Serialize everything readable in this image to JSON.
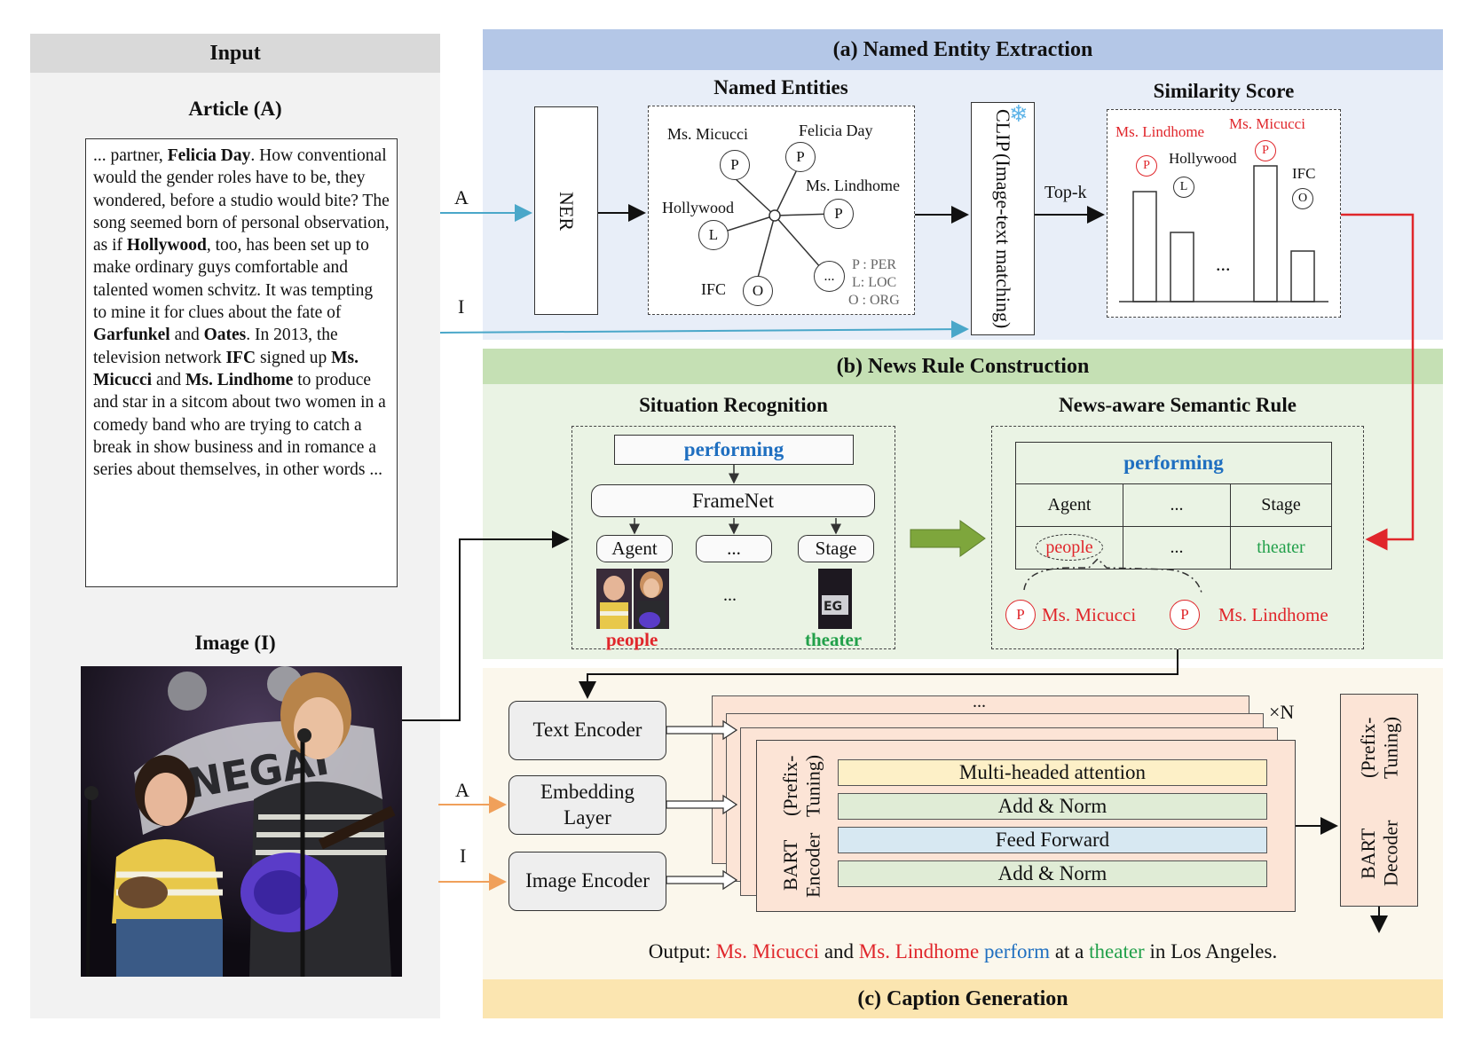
{
  "input_panel": {
    "title": "Input",
    "article_title": "Article (A)",
    "article_segments": [
      {
        "text": "... partner, ",
        "bold": false
      },
      {
        "text": "Felicia Day",
        "bold": true
      },
      {
        "text": ". How conventional would the gender roles have to be, they wondered, before a studio would bite? The song seemed born of personal observation, as if ",
        "bold": false
      },
      {
        "text": "Hollywood",
        "bold": true
      },
      {
        "text": ", too, has been set up to make ordinary guys comfortable and talented women schvitz. It was tempting to mine it for clues about the fate of ",
        "bold": false
      },
      {
        "text": "Garfunkel",
        "bold": true
      },
      {
        "text": " and ",
        "bold": false
      },
      {
        "text": "Oates",
        "bold": true
      },
      {
        "text": ". In 2013, the television network ",
        "bold": false
      },
      {
        "text": "IFC",
        "bold": true
      },
      {
        "text": " signed up ",
        "bold": false
      },
      {
        "text": "Ms. Micucci",
        "bold": true
      },
      {
        "text": " and ",
        "bold": false
      },
      {
        "text": "Ms. Lindhome",
        "bold": true
      },
      {
        "text": " to produce and star in a sitcom about two women in a comedy band who are trying to catch a break in show business and in romance a series about themselves, in other words ...",
        "bold": false
      }
    ],
    "image_title": "Image (I)"
  },
  "panel_a": {
    "title": "(a) Named Entity Extraction",
    "input_a_label": "A",
    "input_i_label": "I",
    "ner_label": "NER",
    "named_entities_title": "Named Entities",
    "entities": [
      {
        "name": "Ms. Micucci",
        "type": "P"
      },
      {
        "name": "Felicia Day",
        "type": "P"
      },
      {
        "name": "Hollywood",
        "type": "L"
      },
      {
        "name": "Ms. Lindhome",
        "type": "P"
      },
      {
        "name": "IFC",
        "type": "O"
      },
      {
        "name": "",
        "type": "..."
      }
    ],
    "entity_legend": [
      "P : PER",
      "L: LOC",
      "O : ORG"
    ],
    "clip_label": "CLIP",
    "clip_sublabel": "(Image-text matching)",
    "snowflake_icon": "❄",
    "topk_label": "Top-k",
    "similarity_title": "Similarity Score",
    "similarity_labels": [
      {
        "name": "Ms. Lindhome",
        "type": "P",
        "highlight": true
      },
      {
        "name": "Hollywood",
        "type": "L",
        "highlight": false
      },
      {
        "name": "Ms. Micucci",
        "type": "P",
        "highlight": true
      },
      {
        "name": "IFC",
        "type": "O",
        "highlight": false
      }
    ],
    "ellipsis": "..."
  },
  "panel_b": {
    "title": "(b) News Rule Construction",
    "situation_title": "Situation Recognition",
    "verb": "performing",
    "framenet_label": "FrameNet",
    "roles": [
      "Agent",
      "...",
      "Stage"
    ],
    "middle_ellipsis": "...",
    "people_label": "people",
    "theater_label": "theater",
    "rule_title": "News-aware Semantic Rule",
    "rule_verb": "performing",
    "rule_header": [
      "Agent",
      "...",
      "Stage"
    ],
    "rule_values": [
      "people",
      "...",
      "theater"
    ],
    "rule_entities": [
      {
        "type": "P",
        "name": "Ms. Micucci"
      },
      {
        "type": "P",
        "name": "Ms. Lindhome"
      }
    ]
  },
  "panel_c": {
    "title": "(c) Caption Generation",
    "text_encoder": "Text Encoder",
    "embedding_layer": "Embedding Layer",
    "image_encoder": "Image Encoder",
    "input_a_label": "A",
    "input_i_label": "I",
    "stack_ellipsis": "...",
    "repeat_label": "×N",
    "bart_encoder": "BART Encoder",
    "bart_encoder_sub": "(Prefix-Tuning)",
    "layers": [
      "Multi-headed attention",
      "Add & Norm",
      "Feed Forward",
      "Add & Norm"
    ],
    "bart_decoder": "BART Decoder",
    "bart_decoder_sub": "(Prefix-Tuning)",
    "output_prefix": "Output:",
    "output_segments": [
      {
        "text": "Ms. Micucci",
        "color": "#e0262b"
      },
      {
        "text": " and ",
        "color": "#111111"
      },
      {
        "text": "Ms. Lindhome",
        "color": "#e0262b"
      },
      {
        "text": " perform",
        "color": "#1f6fc0"
      },
      {
        "text": " at a ",
        "color": "#111111"
      },
      {
        "text": "theater",
        "color": "#22a04a"
      },
      {
        "text": " in Los Angeles.",
        "color": "#111111"
      }
    ]
  },
  "colors": {
    "panel_a_header": "#b4c7e7",
    "panel_a_body": "#e8eef8",
    "panel_b_header": "#c5e0b4",
    "panel_b_body": "#eaf3e4",
    "panel_c_header": "#fbe5b0",
    "panel_c_body": "#fbf7ec",
    "input_body": "#f2f2f2",
    "input_header": "#d9d9d9",
    "accent_red": "#e0262b",
    "accent_blue": "#1f6fc0",
    "accent_green": "#22a04a",
    "arrow_cyan": "#4aa7c9",
    "arrow_orange": "#f0a05a"
  }
}
